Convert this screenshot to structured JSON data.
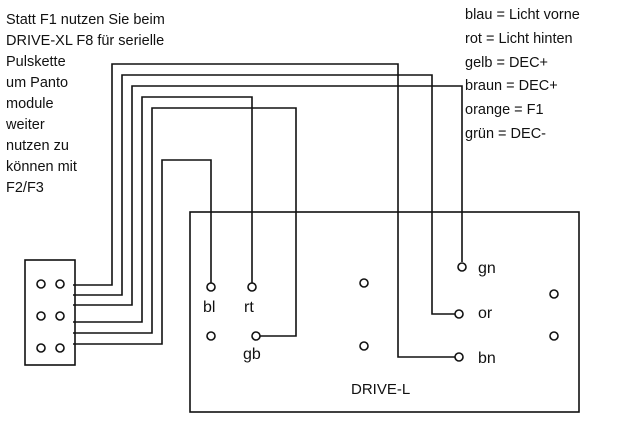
{
  "note": {
    "lines": [
      "Statt F1 nutzen Sie beim",
      "DRIVE-XL F8 für serielle",
      "Pulskette",
      "um Panto",
      "module",
      "weiter",
      "nutzen zu",
      "können mit",
      "F2/F3"
    ]
  },
  "legend": [
    "blau = Licht vorne",
    "rot = Licht hinten",
    "gelb = DEC+",
    "braun = DEC+",
    "orange = F1",
    "grün = DEC-"
  ],
  "board": {
    "label": "DRIVE-L",
    "pads": {
      "bl": "bl",
      "rt": "rt",
      "gb": "gb",
      "gn": "gn",
      "or": "or",
      "bn": "bn"
    }
  }
}
